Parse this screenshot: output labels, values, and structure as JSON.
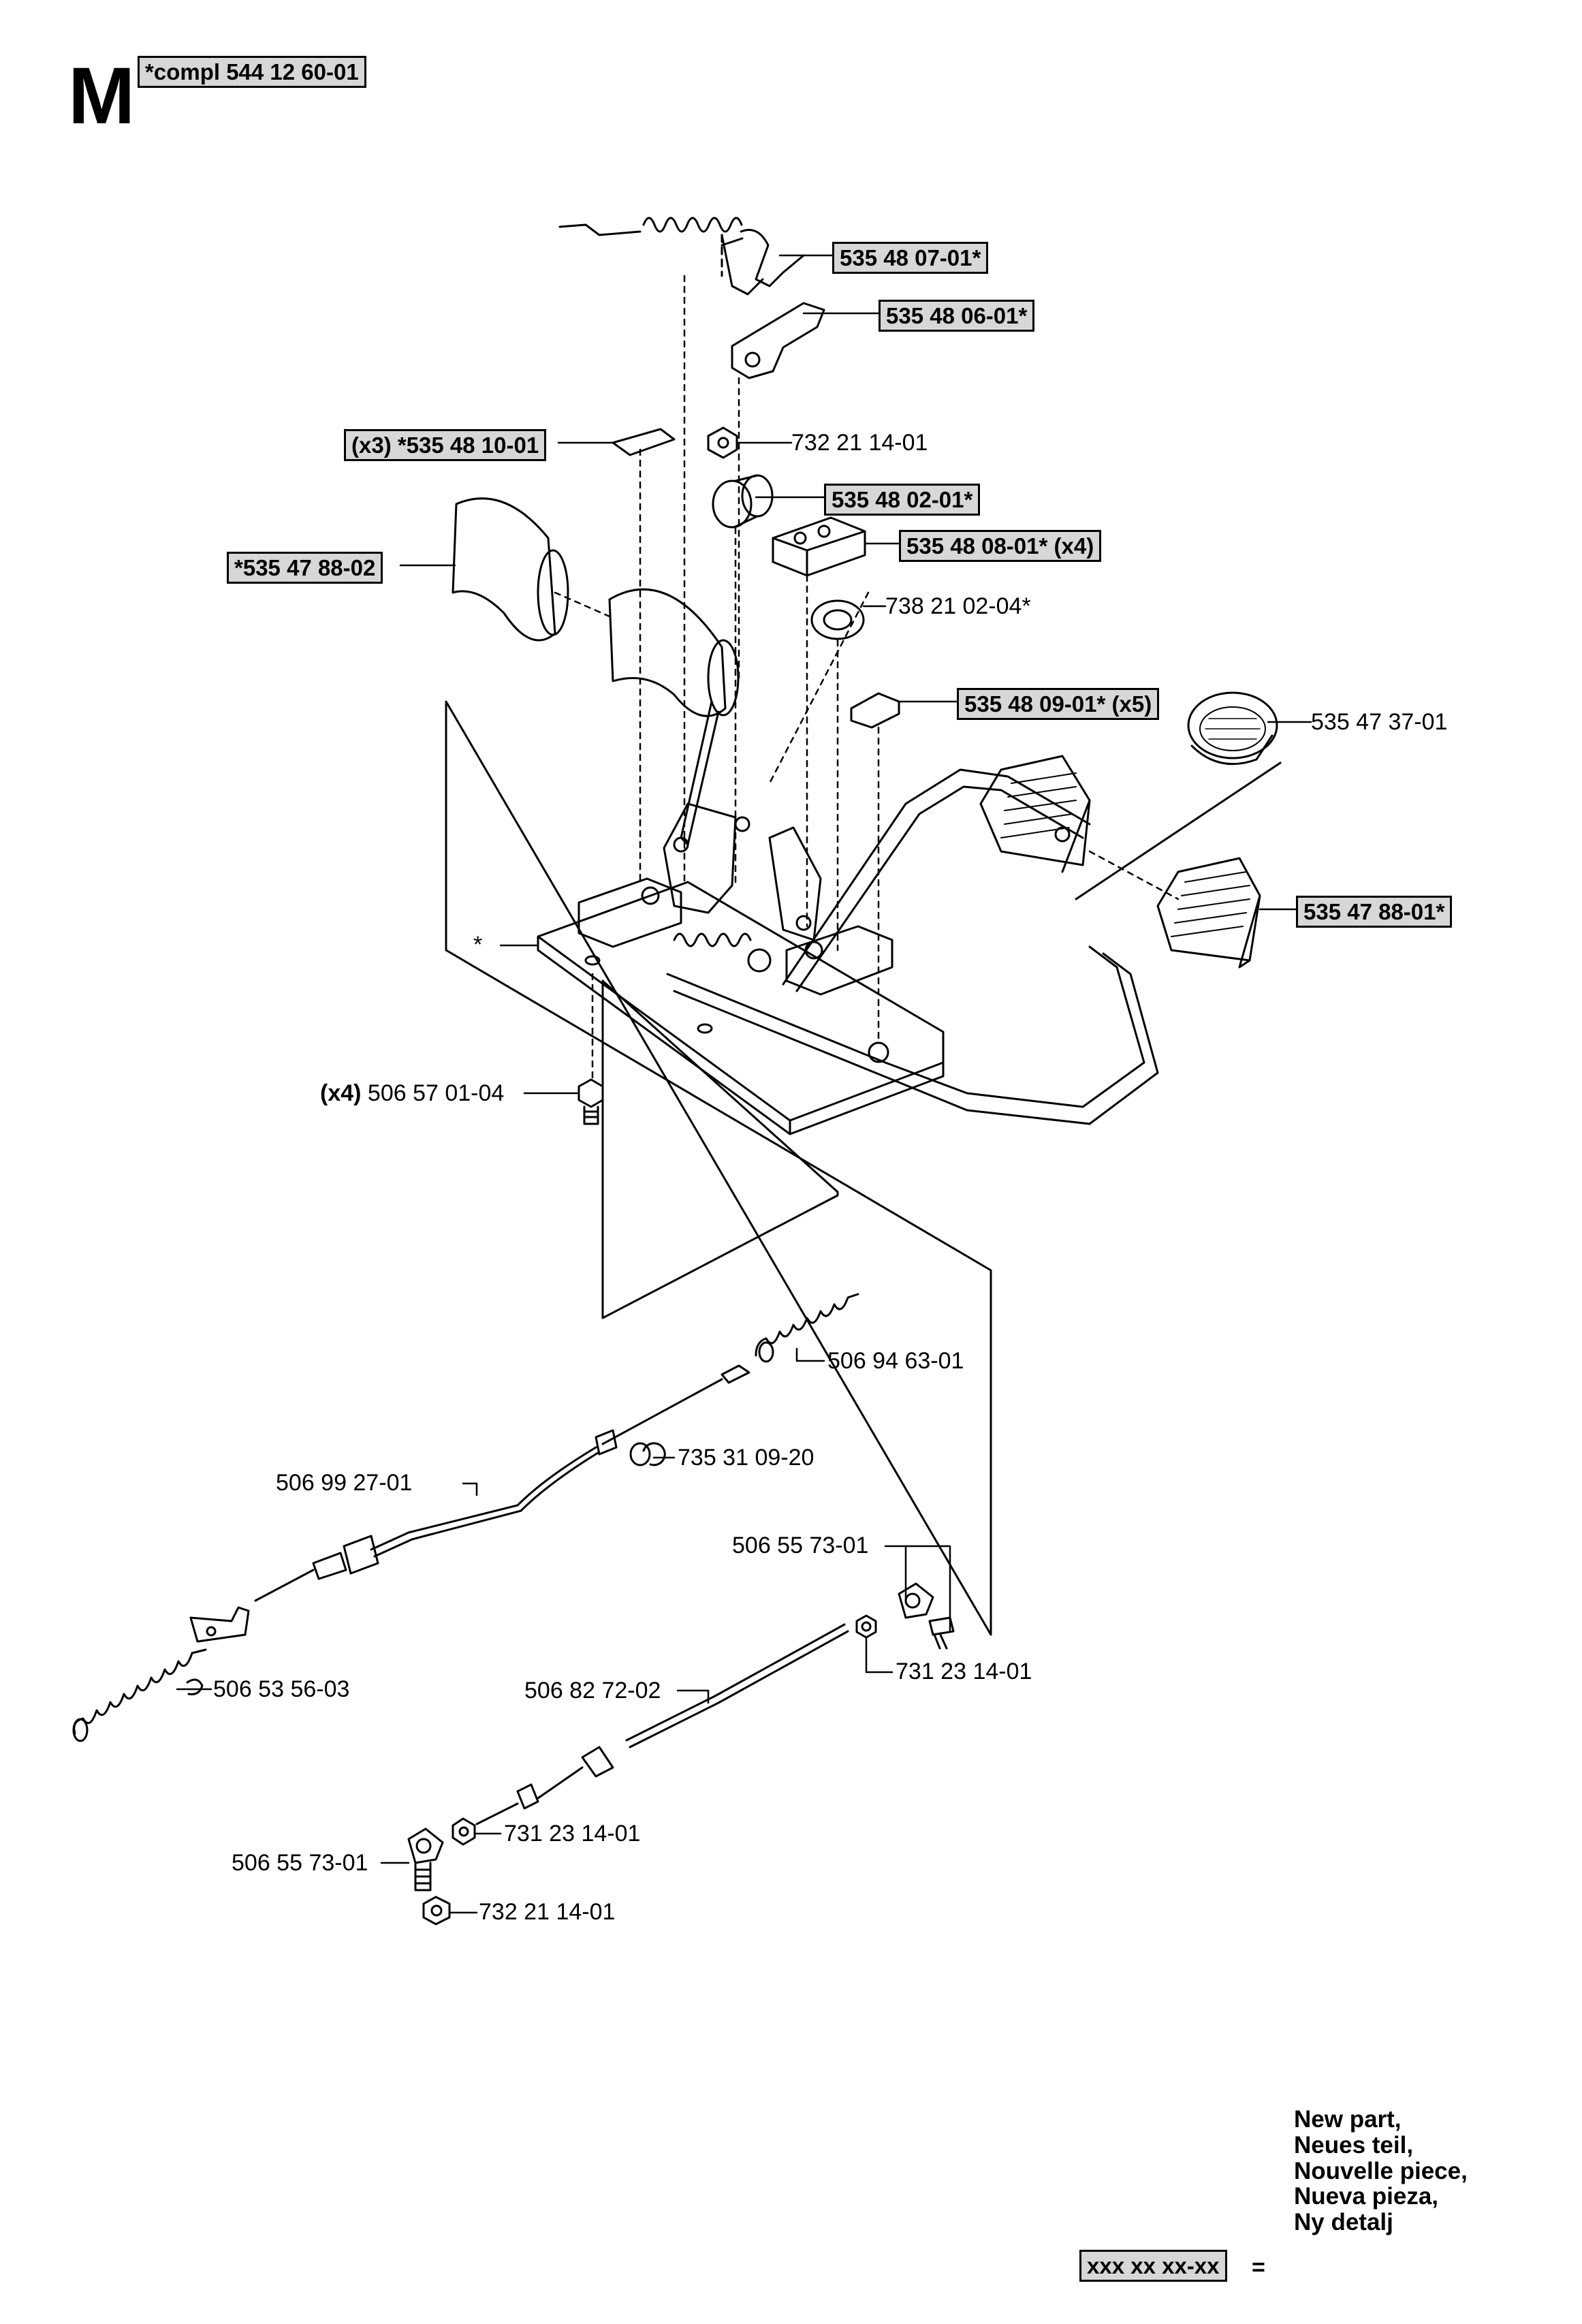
{
  "section": {
    "letter": "M",
    "assembly": "*compl 544 12 60-01"
  },
  "parts": [
    {
      "key": "p01",
      "text": "535 48 07-01*",
      "boxed": true
    },
    {
      "key": "p02",
      "text": "535 48 06-01*",
      "boxed": true
    },
    {
      "key": "p03",
      "text": "(x3) *535 48 10-01",
      "boxed": true
    },
    {
      "key": "p04",
      "text": "732 21 14-01",
      "boxed": false
    },
    {
      "key": "p05",
      "text": "535 48 02-01*",
      "boxed": true
    },
    {
      "key": "p06",
      "text": "535 48 08-01* (x4)",
      "boxed": true
    },
    {
      "key": "p07",
      "text": "*535 47 88-02",
      "boxed": true
    },
    {
      "key": "p08",
      "text": "738 21 02-04*",
      "boxed": false
    },
    {
      "key": "p09",
      "text": "535 48 09-01* (x5)",
      "boxed": true
    },
    {
      "key": "p10",
      "text": "535 47 37-01",
      "boxed": false
    },
    {
      "key": "p11",
      "text": "535 47 88-01*",
      "boxed": true
    },
    {
      "key": "p12",
      "text": "*",
      "boxed": false
    },
    {
      "key": "p13",
      "qty": "(x4)",
      "text": "506 57 01-04",
      "boxed": false
    },
    {
      "key": "p14",
      "text": "506 94 63-01",
      "boxed": false
    },
    {
      "key": "p15",
      "text": "735 31 09-20",
      "boxed": false
    },
    {
      "key": "p16",
      "text": "506 99 27-01",
      "boxed": false
    },
    {
      "key": "p17",
      "text": "506 55 73-01",
      "boxed": false
    },
    {
      "key": "p18",
      "text": "731 23 14-01",
      "boxed": false
    },
    {
      "key": "p19",
      "text": "506 53 56-03",
      "boxed": false
    },
    {
      "key": "p20",
      "text": "506 82 72-02",
      "boxed": false
    },
    {
      "key": "p21",
      "text": "731 23 14-01",
      "boxed": false
    },
    {
      "key": "p22",
      "text": "506 55 73-01",
      "boxed": false
    },
    {
      "key": "p23",
      "text": "732 21 14-01",
      "boxed": false
    }
  ],
  "legend": {
    "lines": [
      "New part,",
      "Neues teil,",
      "Nouvelle piece,",
      "Nueva pieza,",
      "Ny detalj"
    ],
    "code": "xxx xx xx-xx",
    "equals": "="
  }
}
